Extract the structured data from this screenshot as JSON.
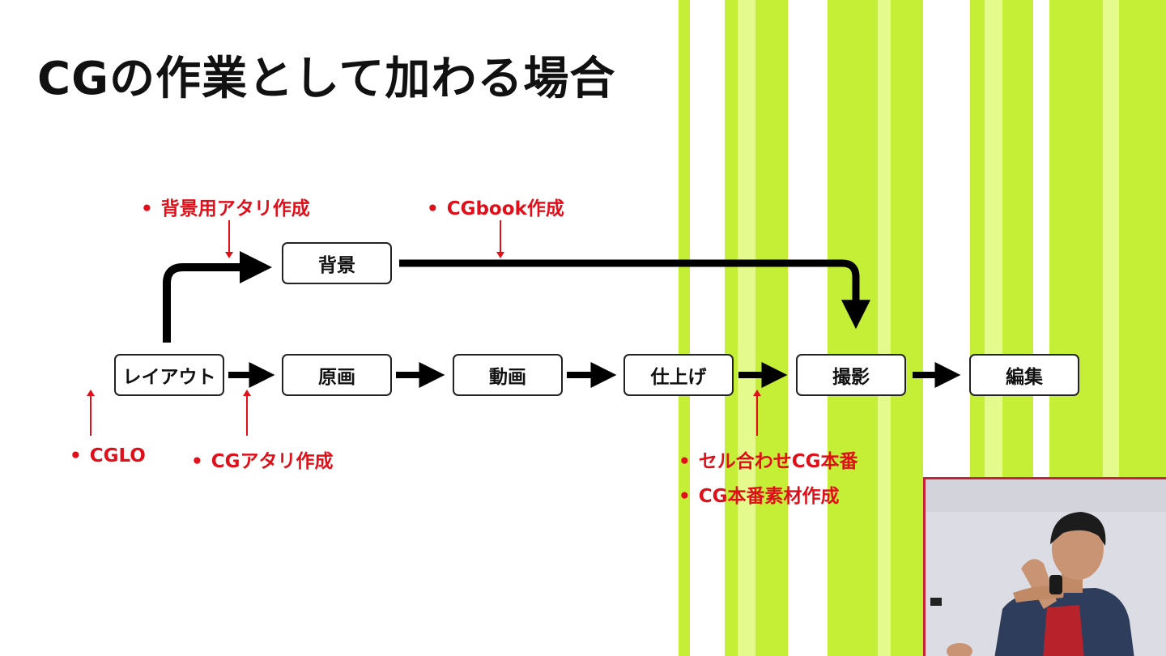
{
  "title": "CGの作業として加わる場合",
  "colors": {
    "accent_red": "#e0101a",
    "stripe_green": "#c5ef36",
    "stripe_light": "#e4fa8c",
    "node_border": "#222222"
  },
  "nodes": {
    "layout": "レイアウト",
    "genga": "原画",
    "douga": "動画",
    "shiage": "仕上げ",
    "satsuei": "撮影",
    "henshu": "編集",
    "haikei": "背景"
  },
  "notes": {
    "bg_atari": "背景用アタリ作成",
    "cgbook": "CGbook作成",
    "cglo": "CGLO",
    "cg_atari": "CGアタリ作成",
    "cel_cg": "セル合わせCG本番",
    "cg_material": "CG本番素材作成",
    "bullet": "•"
  },
  "inset": {
    "icon": "speaker-video-icon"
  }
}
